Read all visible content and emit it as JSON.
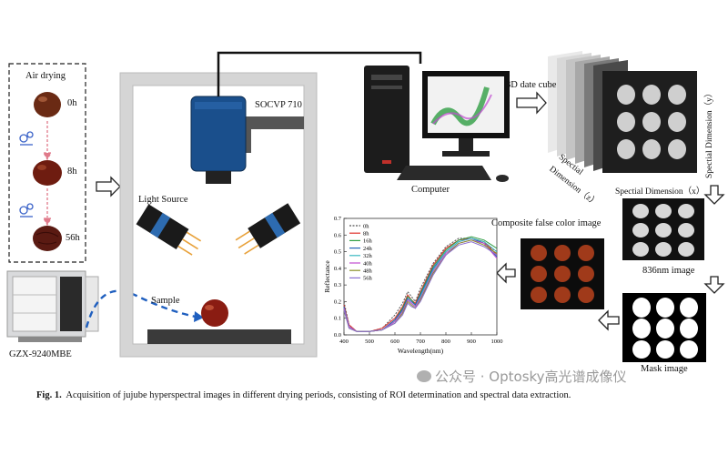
{
  "drying_panel": {
    "title": "Air drying",
    "times": [
      "0h",
      "8h",
      "56h"
    ]
  },
  "labels": {
    "oven": "GZX-9240MBE",
    "camera": "SOCVP 710",
    "light_source": "Light Source",
    "sample": "Sample",
    "computer": "Computer",
    "cube": "3D date cube",
    "spatial_y": "Spectial Dimension（y）",
    "spatial_x": "Spectial Dimension（x）",
    "spectral_z_line1": "Spectial",
    "spectral_z_line2": "Dimension（z）",
    "image_836": "836nm image",
    "mask_image": "Mask image",
    "composite": "Composite false color image"
  },
  "chart_data": {
    "type": "line",
    "xlabel": "Wavelength(nm)",
    "ylabel": "Reflectance",
    "xlim": [
      400,
      1000
    ],
    "ylim": [
      0.0,
      0.7
    ],
    "xticks": [
      400,
      500,
      600,
      700,
      800,
      900,
      1000
    ],
    "yticks": [
      0.0,
      0.1,
      0.2,
      0.3,
      0.4,
      0.5,
      0.6,
      0.7
    ],
    "ytick_labels": [
      "0.0",
      "0.1",
      "0.2",
      "0.3",
      "0.4",
      "0.5",
      "0.6",
      "0.7"
    ],
    "x": [
      400,
      420,
      450,
      500,
      550,
      600,
      630,
      650,
      665,
      680,
      700,
      750,
      800,
      850,
      900,
      950,
      1000
    ],
    "series": [
      {
        "name": "0h",
        "color": "#555555",
        "dash": true,
        "values": [
          0.2,
          0.06,
          0.02,
          0.02,
          0.04,
          0.12,
          0.19,
          0.26,
          0.23,
          0.2,
          0.28,
          0.43,
          0.53,
          0.58,
          0.58,
          0.55,
          0.5
        ]
      },
      {
        "name": "8h",
        "color": "#e0302a",
        "dash": false,
        "values": [
          0.18,
          0.06,
          0.02,
          0.02,
          0.04,
          0.1,
          0.17,
          0.24,
          0.21,
          0.19,
          0.26,
          0.42,
          0.52,
          0.57,
          0.58,
          0.56,
          0.48
        ]
      },
      {
        "name": "16h",
        "color": "#2f9e44",
        "dash": false,
        "values": [
          0.17,
          0.05,
          0.02,
          0.02,
          0.03,
          0.09,
          0.16,
          0.23,
          0.21,
          0.18,
          0.25,
          0.41,
          0.51,
          0.57,
          0.59,
          0.57,
          0.52
        ]
      },
      {
        "name": "24h",
        "color": "#2563b8",
        "dash": false,
        "values": [
          0.17,
          0.05,
          0.02,
          0.02,
          0.03,
          0.09,
          0.15,
          0.22,
          0.2,
          0.18,
          0.24,
          0.4,
          0.5,
          0.56,
          0.58,
          0.55,
          0.47
        ]
      },
      {
        "name": "32h",
        "color": "#3ab7c2",
        "dash": false,
        "values": [
          0.16,
          0.05,
          0.02,
          0.02,
          0.03,
          0.08,
          0.14,
          0.21,
          0.19,
          0.17,
          0.23,
          0.39,
          0.5,
          0.56,
          0.58,
          0.56,
          0.5
        ]
      },
      {
        "name": "40h",
        "color": "#c04bd0",
        "dash": false,
        "values": [
          0.16,
          0.05,
          0.02,
          0.02,
          0.03,
          0.08,
          0.14,
          0.21,
          0.19,
          0.17,
          0.22,
          0.38,
          0.49,
          0.55,
          0.57,
          0.55,
          0.46
        ]
      },
      {
        "name": "48h",
        "color": "#8a8f2a",
        "dash": false,
        "values": [
          0.15,
          0.04,
          0.02,
          0.02,
          0.03,
          0.07,
          0.13,
          0.2,
          0.18,
          0.16,
          0.21,
          0.37,
          0.48,
          0.55,
          0.57,
          0.54,
          0.49
        ]
      },
      {
        "name": "56h",
        "color": "#8a6fd0",
        "dash": false,
        "values": [
          0.15,
          0.04,
          0.02,
          0.02,
          0.03,
          0.07,
          0.12,
          0.19,
          0.17,
          0.16,
          0.2,
          0.36,
          0.48,
          0.54,
          0.56,
          0.53,
          0.48
        ]
      }
    ]
  },
  "caption": {
    "prefix": "Fig. 1.",
    "text": "Acquisition of jujube hyperspectral images in different drying periods, consisting of ROI determination and spectral data extraction."
  },
  "watermark": "公众号 · Optosky高光谱成像仪"
}
